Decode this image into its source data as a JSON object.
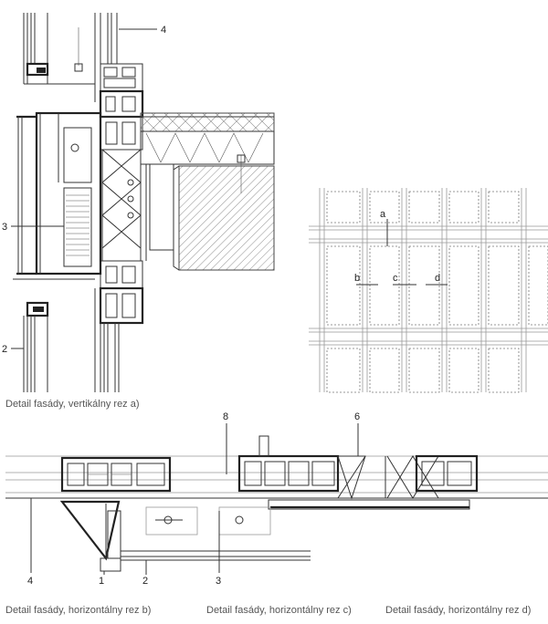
{
  "captions": {
    "vertical_a": "Detail fasády, vertikálny rez a)",
    "horizontal_b": "Detail fasády, horizontálny rez b)",
    "horizontal_c": "Detail fasády, horizontálny rez c)",
    "horizontal_d": "Detail fasády, horizontálny rez d)"
  },
  "callouts_vertical": {
    "n4": "4",
    "n3": "3",
    "n2": "2"
  },
  "section_markers": {
    "a": "a",
    "b": "b",
    "c": "c",
    "d": "d"
  },
  "callouts_horizontal": {
    "n8": "8",
    "n6": "6",
    "n4": "4",
    "n1": "1",
    "n2": "2",
    "n3": "3"
  }
}
